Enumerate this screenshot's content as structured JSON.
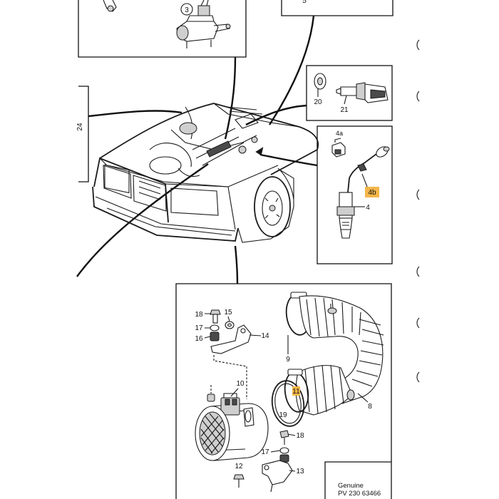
{
  "callouts": {
    "c3": "3",
    "c5": "5",
    "c20": "20",
    "c21": "21",
    "c24": "24",
    "c4a": "4a",
    "c4b": "4b",
    "c4": "4",
    "c18a": "18",
    "c15": "15",
    "c17a": "17",
    "c16": "16",
    "c14": "14",
    "c9": "9",
    "c8": "8",
    "c11": "11",
    "c19": "19",
    "c10": "10",
    "c18b": "18",
    "c17b": "17",
    "c12": "12",
    "c13": "13"
  },
  "footer": {
    "line1": "Genuine",
    "line2": "PV 230 63466"
  },
  "colors": {
    "highlight": "#f4b64a",
    "ink": "#1a1a1a"
  }
}
